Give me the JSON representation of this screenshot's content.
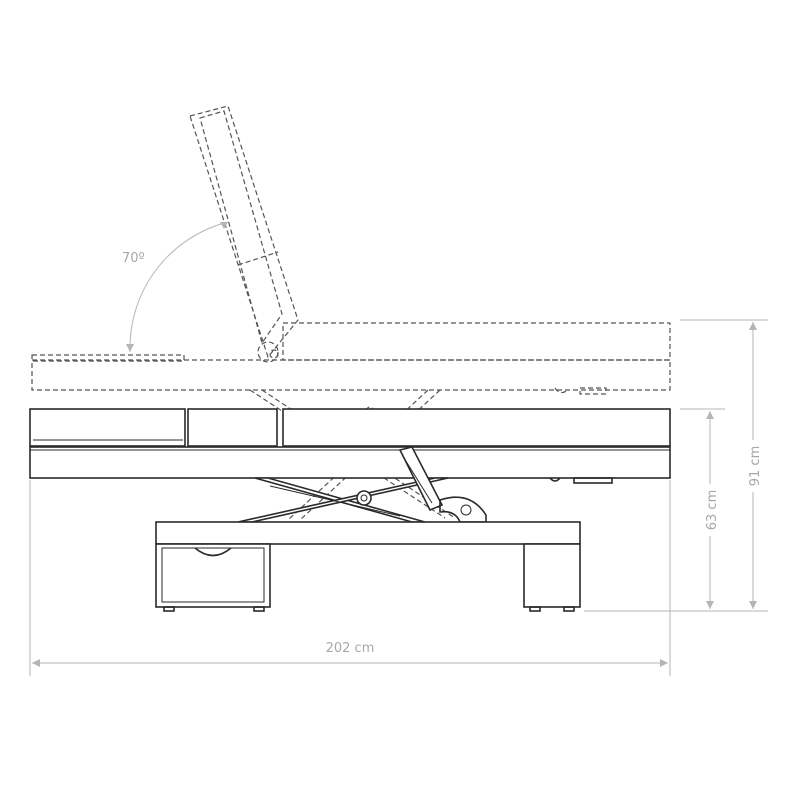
{
  "diagram": {
    "angle_label": "70º",
    "height_max_label": "91 cm",
    "height_min_label": "63 cm",
    "length_label": "202 cm",
    "colors": {
      "line": "#2a2a2a",
      "dimension": "#b5b5b5",
      "dimension_text": "#a8a8a8"
    }
  }
}
